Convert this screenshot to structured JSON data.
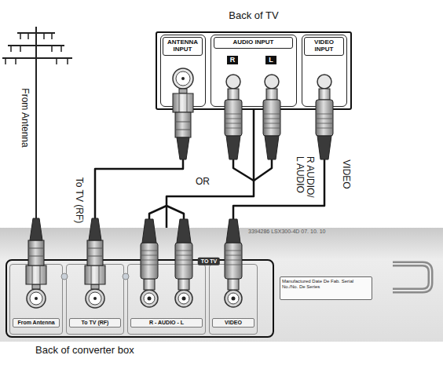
{
  "diagram": {
    "nodes": [
      {
        "text": [
          "Back of TV"
        ]
      },
      {
        "text": [
          "ANTENNA INPUT"
        ],
        "in": 0
      },
      {
        "text": [
          "AUDIO INPUT",
          "R",
          "L"
        ],
        "in": 0
      },
      {
        "text": [
          "VIDEO INPUT"
        ],
        "in": 0
      },
      {
        "text": [
          "Back of converter box"
        ]
      },
      {
        "text": [
          "From Antenna"
        ],
        "in": 4
      },
      {
        "text": [
          "To TV (RF)"
        ],
        "in": 4
      },
      {
        "text": [
          "R - AUDIO - L"
        ],
        "in": 4
      },
      {
        "text": [
          "VIDEO"
        ],
        "in": 4
      },
      {
        "text": [
          "Manufactured Date De Fab. Serial No./No. De Series"
        ],
        "in": 4
      }
    ],
    "edges": [
      {
        "from": 6,
        "to": 1,
        "arrow": "none",
        "label": "To TV (RF)"
      },
      {
        "from": 7,
        "to": 2,
        "arrow": "none",
        "label": "R AUDIO/ L AUDIO"
      },
      {
        "from": 8,
        "to": 3,
        "arrow": "none",
        "label": "VIDEO"
      }
    ],
    "labels": [
      "From Antenna",
      "OR",
      "TO TV",
      "3394286 LSX300-4D 07. 10. 10"
    ]
  }
}
